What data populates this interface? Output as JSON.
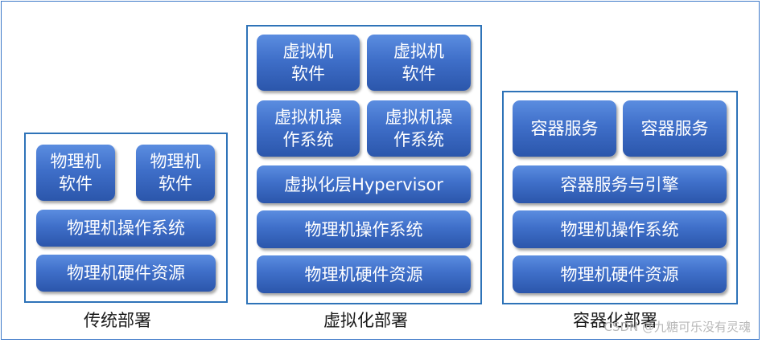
{
  "traditional": {
    "caption": "传统部署",
    "apps": [
      "物理机\n软件",
      "物理机\n软件"
    ],
    "os": "物理机操作系统",
    "hardware": "物理机硬件资源"
  },
  "virtualized": {
    "caption": "虚拟化部署",
    "vm_software": [
      "虚拟机\n软件",
      "虚拟机\n软件"
    ],
    "vm_os": [
      "虚拟机操\n作系统",
      "虚拟机操\n作系统"
    ],
    "hypervisor": "虚拟化层Hypervisor",
    "os": "物理机操作系统",
    "hardware": "物理机硬件资源"
  },
  "container": {
    "caption": "容器化部署",
    "services": [
      "容器服务",
      "容器服务"
    ],
    "engine": "容器服务与引擎",
    "os": "物理机操作系统",
    "hardware": "物理机硬件资源"
  },
  "watermark": "CSDN @九糖可乐没有灵魂"
}
